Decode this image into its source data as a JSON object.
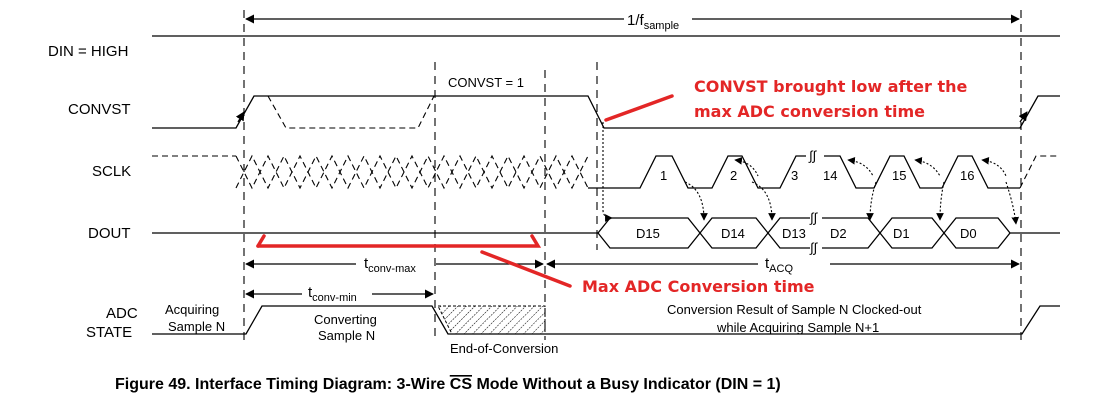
{
  "signals": {
    "din": "DIN = HIGH",
    "convst": "CONVST",
    "sclk": "SCLK",
    "dout": "DOUT",
    "adc_line1": "ADC",
    "adc_line2": "STATE"
  },
  "timing": {
    "period_1": "1/f",
    "period_sub": "sample",
    "tconv_max_t": "t",
    "tconv_max_sub": "conv-max",
    "tconv_min_t": "t",
    "tconv_min_sub": "conv-min",
    "tacq_t": "t",
    "tacq_sub": "ACQ",
    "convst_eq": "CONVST = 1"
  },
  "sclk_bits": [
    "1",
    "2",
    "3",
    "14",
    "15",
    "16"
  ],
  "dout_bits": [
    "D15",
    "D14",
    "D13",
    "D2",
    "D1",
    "D0"
  ],
  "adc_state": {
    "acq1": "Acquiring",
    "acq2": "Sample N",
    "conv1": "Converting",
    "conv2": "Sample N",
    "eoc": "End-of-Conversion",
    "res1": "Conversion Result of Sample N Clocked-out",
    "res2": "while Acquiring Sample N+1"
  },
  "annotations": {
    "convst_low_1": "CONVST brought low after the",
    "convst_low_2": "max ADC conversion time",
    "max_conv": "Max ADC Conversion time",
    "annotation_color": "#e32626"
  },
  "caption": {
    "prefix": "Figure 49.  Interface Timing Diagram: 3-Wire ",
    "cs": "CS",
    "suffix": " Mode Without a Busy Indicator (DIN = 1)"
  }
}
